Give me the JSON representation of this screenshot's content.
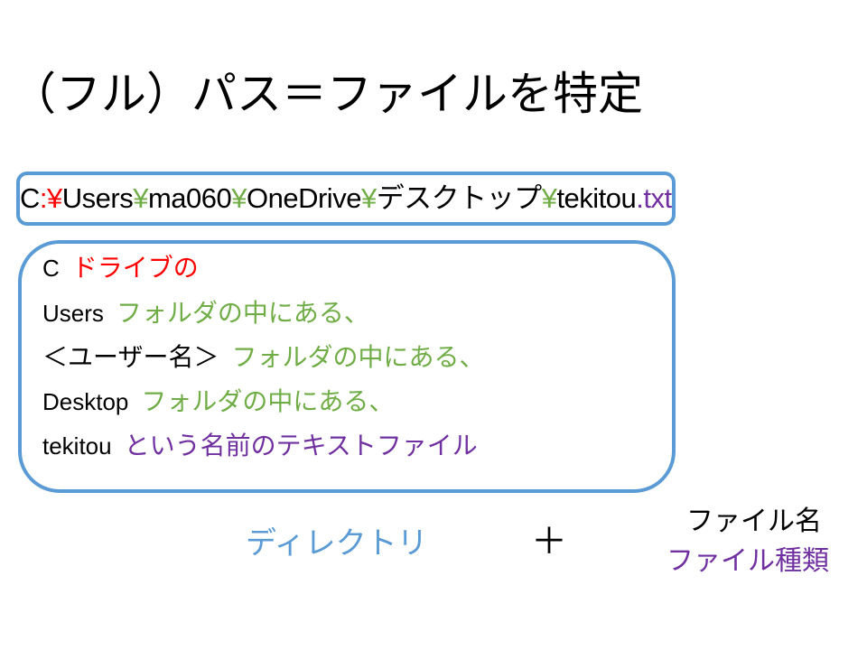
{
  "title": "（フル）パス＝ファイルを特定",
  "path": {
    "segments": [
      "C",
      ":¥",
      "Users",
      "¥",
      "ma060",
      "¥",
      "OneDrive",
      "¥",
      "デスクトップ",
      "¥",
      "tekitou",
      ".txt"
    ]
  },
  "explanation": [
    {
      "term": "C",
      "desc": "ドライブの"
    },
    {
      "term": "Users",
      "desc": "フォルダの中にある、"
    },
    {
      "term": "＜ユーザー名＞",
      "desc": "フォルダの中にある、"
    },
    {
      "term": "Desktop",
      "desc": "フォルダの中にある、"
    },
    {
      "term": "tekitou",
      "desc": "という名前のテキストファイル"
    }
  ],
  "bottom": {
    "directory": "ディレクトリ",
    "plus": "＋",
    "file_name": "ファイル名",
    "file_type": "ファイル種類"
  },
  "colors": {
    "red": "#FF0000",
    "green": "#70AD47",
    "purple": "#7030A0",
    "blue": "#5B9BD5"
  }
}
